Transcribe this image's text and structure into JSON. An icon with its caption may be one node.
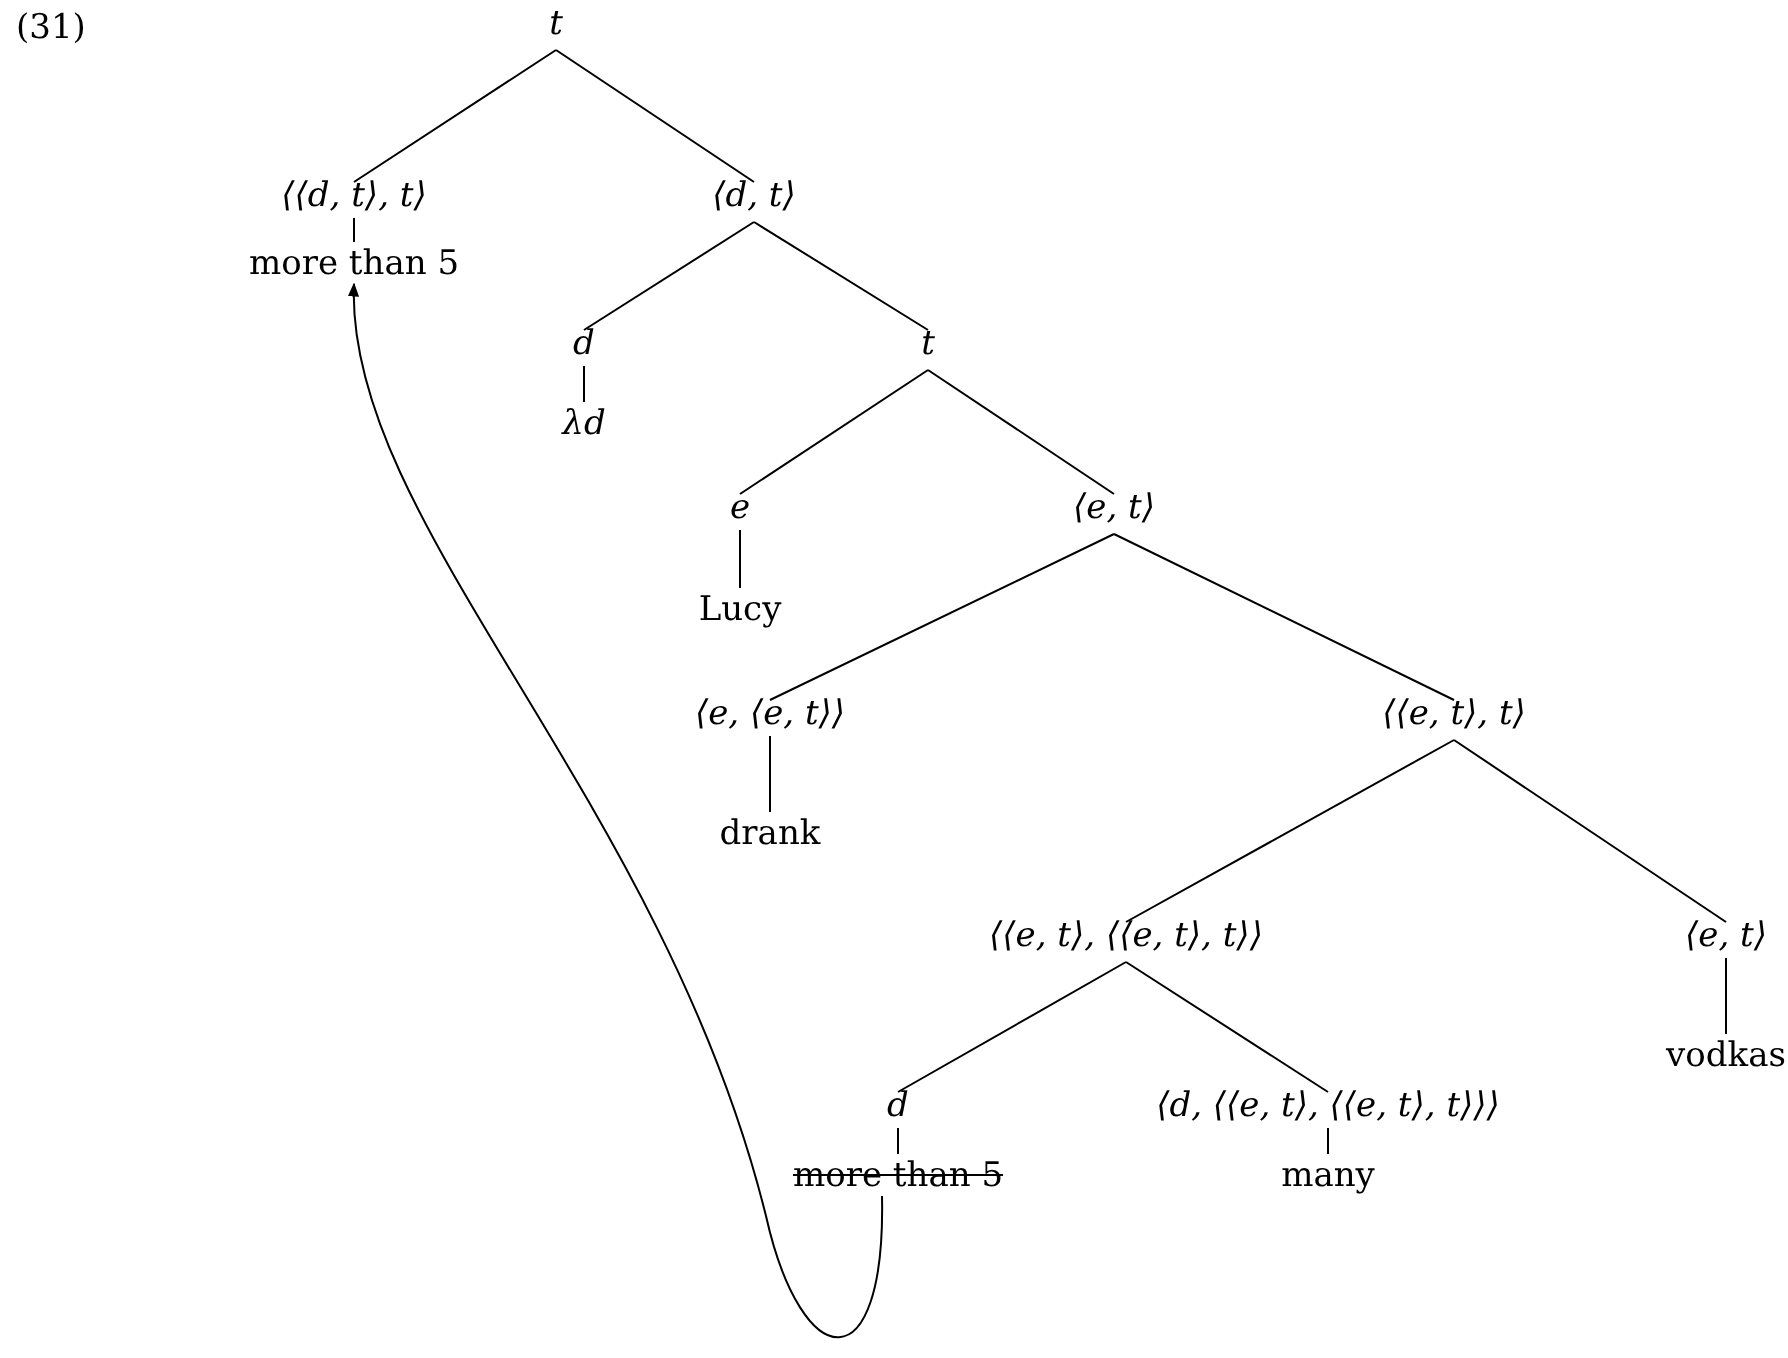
{
  "diagram": {
    "nodes": [
      {
        "text": [
          "t"
        ]
      },
      {
        "text": [
          "⟨⟨d, t⟩, t⟩"
        ]
      },
      {
        "text": [
          "⟨d, t⟩"
        ]
      },
      {
        "text": [
          "more than 5"
        ]
      },
      {
        "text": [
          "d"
        ]
      },
      {
        "text": [
          "t"
        ]
      },
      {
        "text": [
          "λd"
        ]
      },
      {
        "text": [
          "e"
        ]
      },
      {
        "text": [
          "⟨e, t⟩"
        ]
      },
      {
        "text": [
          "Lucy"
        ]
      },
      {
        "text": [
          "⟨e, ⟨e, t⟩⟩"
        ]
      },
      {
        "text": [
          "⟨⟨e, t⟩, t⟩"
        ]
      },
      {
        "text": [
          "drank"
        ]
      },
      {
        "text": [
          "⟨⟨e, t⟩, ⟨⟨e, t⟩, t⟩⟩"
        ]
      },
      {
        "text": [
          "⟨e, t⟩"
        ]
      },
      {
        "text": [
          "vodkas"
        ]
      },
      {
        "text": [
          "d"
        ]
      },
      {
        "text": [
          "⟨d, ⟨⟨e, t⟩, ⟨⟨e, t⟩, t⟩⟩⟩"
        ]
      },
      {
        "text": [
          "more than 5"
        ]
      },
      {
        "text": [
          "many"
        ]
      }
    ],
    "edges": [
      {
        "from": 0,
        "to": 1,
        "arrow": "none"
      },
      {
        "from": 0,
        "to": 2,
        "arrow": "none"
      },
      {
        "from": 1,
        "to": 3,
        "arrow": "none"
      },
      {
        "from": 2,
        "to": 4,
        "arrow": "none"
      },
      {
        "from": 2,
        "to": 5,
        "arrow": "none"
      },
      {
        "from": 4,
        "to": 6,
        "arrow": "none"
      },
      {
        "from": 5,
        "to": 7,
        "arrow": "none"
      },
      {
        "from": 5,
        "to": 8,
        "arrow": "none"
      },
      {
        "from": 7,
        "to": 9,
        "arrow": "none"
      },
      {
        "from": 8,
        "to": 10,
        "arrow": "none"
      },
      {
        "from": 8,
        "to": 11,
        "arrow": "none"
      },
      {
        "from": 10,
        "to": 12,
        "arrow": "none"
      },
      {
        "from": 11,
        "to": 13,
        "arrow": "none"
      },
      {
        "from": 11,
        "to": 14,
        "arrow": "none"
      },
      {
        "from": 14,
        "to": 15,
        "arrow": "none"
      },
      {
        "from": 13,
        "to": 16,
        "arrow": "none"
      },
      {
        "from": 13,
        "to": 17,
        "arrow": "none"
      },
      {
        "from": 16,
        "to": 18,
        "arrow": "none"
      },
      {
        "from": 17,
        "to": 19,
        "arrow": "none"
      },
      {
        "from": 18,
        "to": 3,
        "arrow": "to"
      }
    ],
    "labels": [
      "(31)"
    ]
  }
}
